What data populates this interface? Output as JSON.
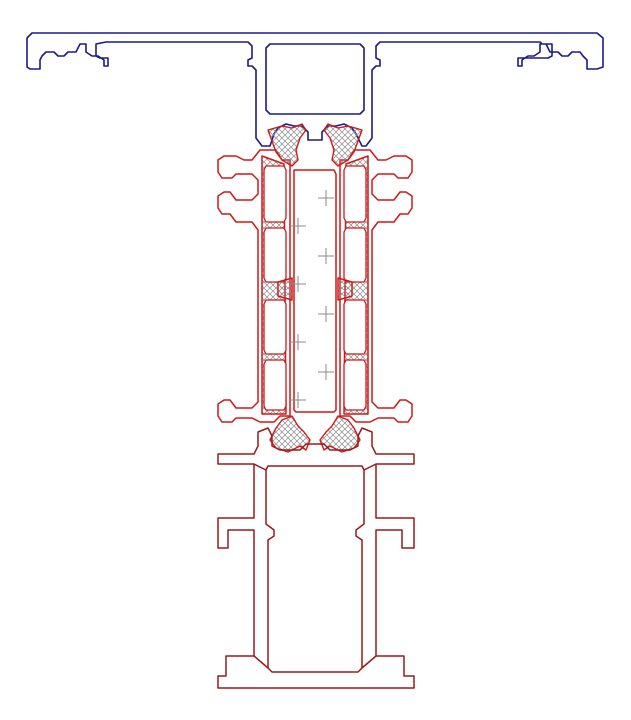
{
  "diagram": {
    "title": "",
    "colors": {
      "background": "#ffffff",
      "top_profile": "#1a1a8c",
      "middle_profile": "#d01818",
      "bottom_profile": "#9a1a1a",
      "gasket_hatch": "#8a8a8a",
      "insert_marker": "#8a8a8a"
    },
    "components": [
      {
        "id": "top-mullion-cap",
        "kind": "aluminium-profile",
        "color_key": "top_profile"
      },
      {
        "id": "thermal-break-body",
        "kind": "insulating-profile",
        "color_key": "middle_profile"
      },
      {
        "id": "top-gaskets",
        "kind": "gasket-pair",
        "color_key": "gasket_hatch"
      },
      {
        "id": "bottom-gaskets",
        "kind": "gasket-pair",
        "color_key": "gasket_hatch"
      },
      {
        "id": "insulating-insert",
        "kind": "foam-insert",
        "color_key": "insert_marker"
      },
      {
        "id": "bottom-mullion-body",
        "kind": "aluminium-profile",
        "color_key": "bottom_profile"
      }
    ]
  }
}
